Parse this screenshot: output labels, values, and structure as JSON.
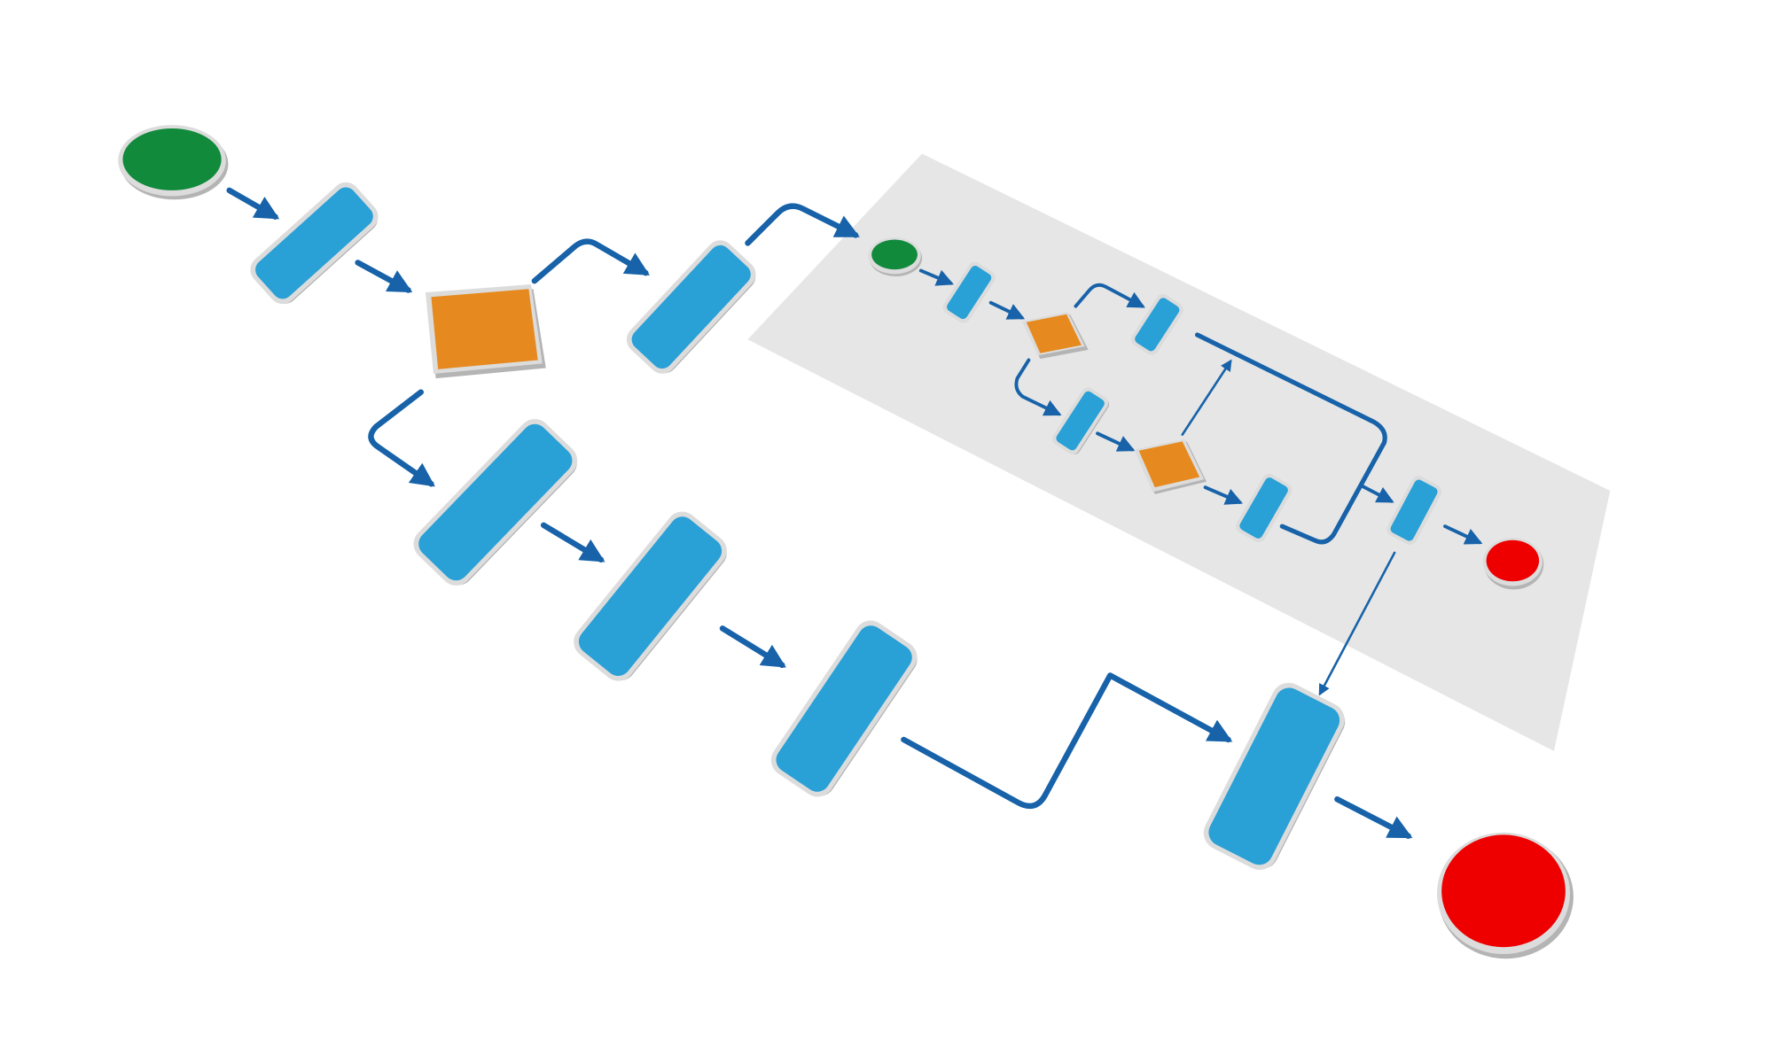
{
  "diagram": {
    "kind": "flowchart",
    "view": "isometric",
    "labels": [],
    "colors": {
      "background": "#ffffff",
      "subprocess_panel": "#e6e6e6",
      "process": "#29a0d6",
      "decision": "#e68a1f",
      "start": "#118a3c",
      "end": "#ee0000",
      "connector": "#1762a8",
      "rim": "#dcdcdc",
      "shadow": "#b4b4b4"
    },
    "node_kinds": [
      "start",
      "process",
      "decision",
      "process",
      "process",
      "process",
      "process",
      "process",
      "end",
      "start",
      "process",
      "decision",
      "process",
      "process",
      "decision",
      "process",
      "process",
      "end"
    ]
  }
}
